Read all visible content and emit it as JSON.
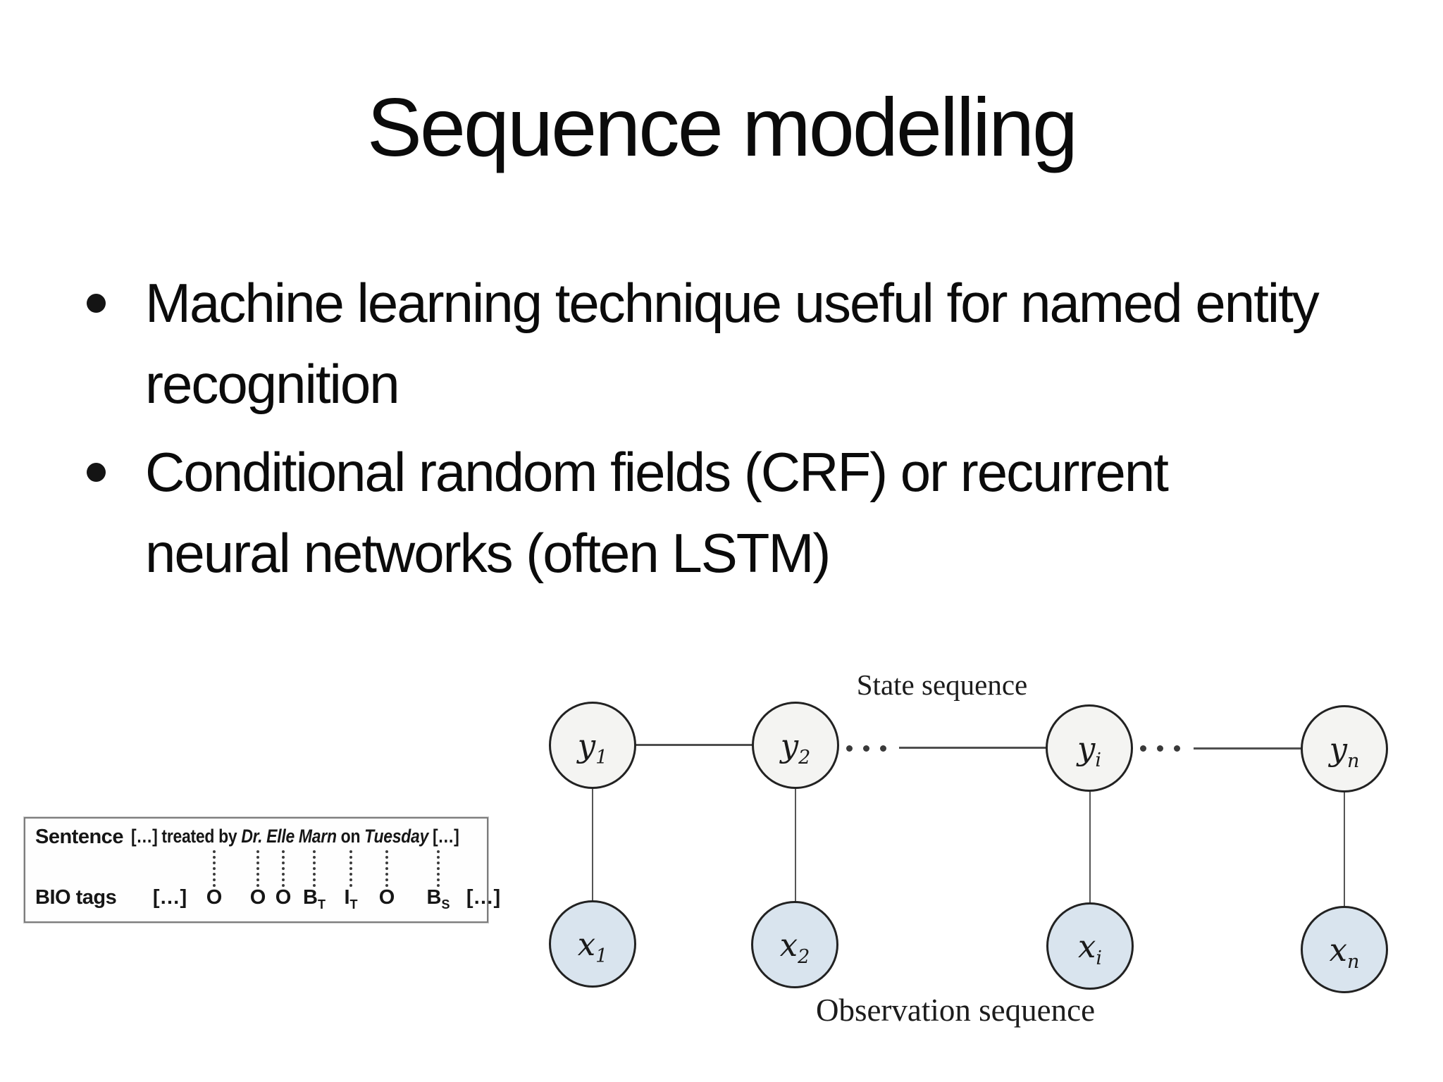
{
  "slide": {
    "title": "Sequence modelling",
    "bullets": [
      "Machine learning technique useful for named entity recognition",
      "Conditional random fields (CRF) or recurrent neural networks (often LSTM)"
    ]
  },
  "bio_figure": {
    "sentence_label": "Sentence",
    "tags_label": "BIO tags",
    "sentence_tokens": [
      "[…]",
      "treated",
      "by",
      "Dr.",
      "Elle",
      "Marn",
      "on",
      "Tuesday",
      "[…]"
    ],
    "tags": [
      {
        "base": "[…]",
        "sub": ""
      },
      {
        "base": "O",
        "sub": ""
      },
      {
        "base": "O",
        "sub": ""
      },
      {
        "base": "O",
        "sub": ""
      },
      {
        "base": "B",
        "sub": "T"
      },
      {
        "base": "I",
        "sub": "T"
      },
      {
        "base": "O",
        "sub": ""
      },
      {
        "base": "B",
        "sub": "S"
      },
      {
        "base": "[…]",
        "sub": ""
      }
    ]
  },
  "diagram": {
    "state_label": "State sequence",
    "observation_label": "Observation sequence",
    "state_nodes": [
      {
        "base": "y",
        "sub": "1"
      },
      {
        "base": "y",
        "sub": "2"
      },
      {
        "base": "y",
        "sub": "i"
      },
      {
        "base": "y",
        "sub": "n"
      }
    ],
    "observation_nodes": [
      {
        "base": "x",
        "sub": "1"
      },
      {
        "base": "x",
        "sub": "2"
      },
      {
        "base": "x",
        "sub": "i"
      },
      {
        "base": "x",
        "sub": "n"
      }
    ],
    "colors": {
      "state_node_fill": "#f4f4f2",
      "observation_node_fill": "#d9e4ee",
      "node_stroke": "#222222",
      "edge_color": "#4f4f4f",
      "text_color": "#111111"
    }
  }
}
